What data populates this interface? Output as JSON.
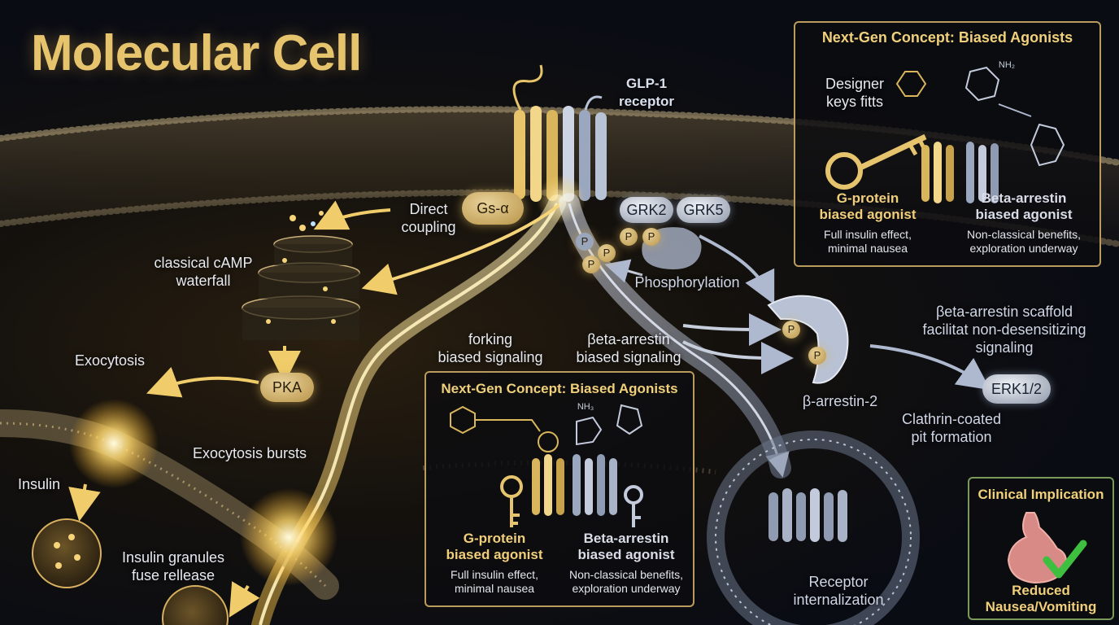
{
  "title": "Molecular Cell",
  "receptor": {
    "label": "GLP-1\nreceptor"
  },
  "gs": {
    "label": "Gs-α",
    "direct_coupling": "Direct\ncoupling"
  },
  "grk": {
    "grk2": "GRK2",
    "grk5": "GRK5",
    "phosphorylation": "Phosphorylation",
    "p": "P"
  },
  "camp": {
    "label": "classical cAMP\nwaterfall"
  },
  "pka": "PKA",
  "exocytosis": "Exocytosis",
  "exocytosis_bursts": "Exocytosis bursts",
  "insulin": "Insulin",
  "granules": "Insulin granules\nfuse rellease",
  "forking": "forking\nbiased signaling",
  "beta_signaling": "βeta-arrestin\nbiased signaling",
  "arrestin": {
    "label": "β-arrestin-2"
  },
  "scaffold": "βeta-arrestin scaffold\nfacilitat non-desensitizing\nsignaling",
  "erk": "ERK1/2",
  "clathrin": "Clathrin-coated\npit formation",
  "internalization": "Receptor\ninternalization",
  "panel_top": {
    "title": "Next-Gen Concept: Biased Agonists",
    "designer": "Designer\nkeys fitts",
    "g_head": "G-protein\nbiased agonist",
    "g_desc": "Full insulin effect,\nminimal nausea",
    "b_head": "Beta-arrestin\nbiased agonist",
    "b_desc": "Non-classical benefits,\nexploration underway",
    "nh2": "NH₂"
  },
  "panel_mid": {
    "title": "Next-Gen Concept: Biased Agonists",
    "g_head": "G-protein\nbiased agonist",
    "g_desc": "Full insulin effect,\nminimal nausea",
    "b_head": "Beta-arrestin\nbiased agonist",
    "b_desc": "Non-classical benefits,\nexploration underway",
    "nh3": "NH₃"
  },
  "clinical": {
    "title": "Clinical Implication",
    "text": "Reduced\nNausea/Vomiting"
  },
  "colors": {
    "gold": "#e6c46e",
    "silver": "#c7cfdd",
    "accent_green": "#3fbf3f",
    "panel_border": "#b89b5d"
  }
}
